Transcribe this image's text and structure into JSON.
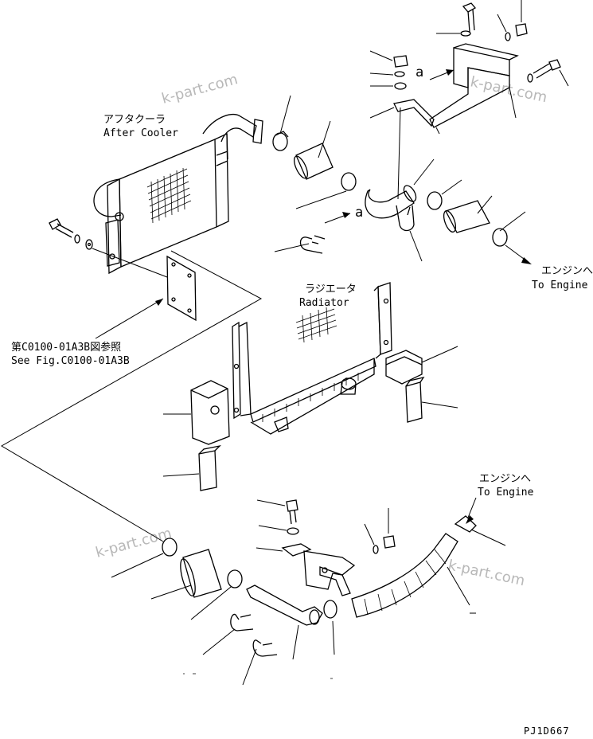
{
  "labels": {
    "after_cooler_jp": "アフタクーラ",
    "after_cooler_en": "After Cooler",
    "radiator_jp": "ラジエータ",
    "radiator_en": "Radiator",
    "to_engine_jp_1": "エンジンへ",
    "to_engine_en_1": "To Engine",
    "to_engine_jp_2": "エンジンへ",
    "to_engine_en_2": "To Engine",
    "see_fig_jp": "第C0100-01A3B図参照",
    "see_fig_en": "See Fig.C0100-01A3B",
    "marker_a_1": "a",
    "marker_a_2": "a",
    "figure_code": "PJ1D667"
  },
  "watermarks": [
    "k-part.com",
    "k-part.com",
    "k-part.com",
    "k-part.com"
  ]
}
